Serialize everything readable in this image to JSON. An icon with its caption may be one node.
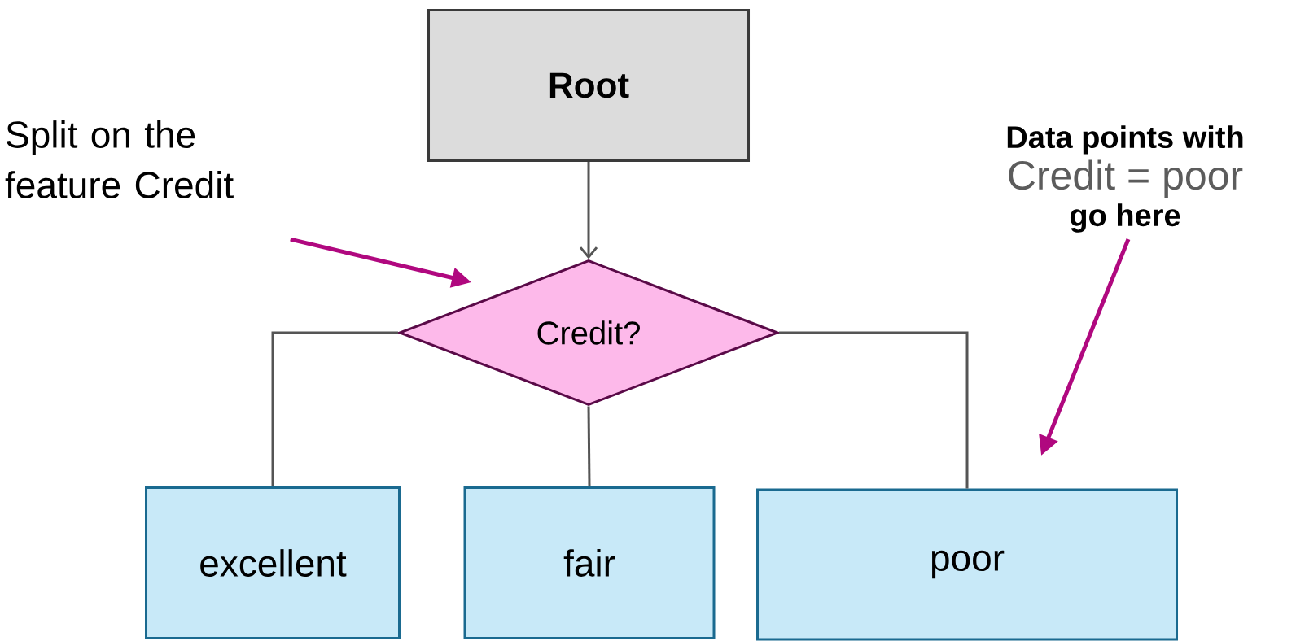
{
  "diagram": {
    "nodes": [
      {
        "text": [
          "Root"
        ]
      },
      {
        "text": [
          "Credit?"
        ]
      },
      {
        "text": [
          "excellent"
        ]
      },
      {
        "text": [
          "fair"
        ]
      },
      {
        "text": [
          "poor"
        ]
      },
      {
        "text": [
          "Split on the feature Credit"
        ]
      },
      {
        "text": [
          "Data points with",
          "Credit = poor",
          "go here"
        ]
      }
    ],
    "edges": [
      {
        "from": 0,
        "to": 1,
        "arrow": "to"
      },
      {
        "from": 1,
        "to": 2,
        "arrow": "none"
      },
      {
        "from": 1,
        "to": 3,
        "arrow": "none"
      },
      {
        "from": 1,
        "to": 4,
        "arrow": "none"
      },
      {
        "from": 5,
        "to": 1,
        "arrow": "to",
        "color": "#b0087f"
      },
      {
        "from": 6,
        "to": null,
        "arrow": "to",
        "color": "#b0087f"
      }
    ]
  }
}
